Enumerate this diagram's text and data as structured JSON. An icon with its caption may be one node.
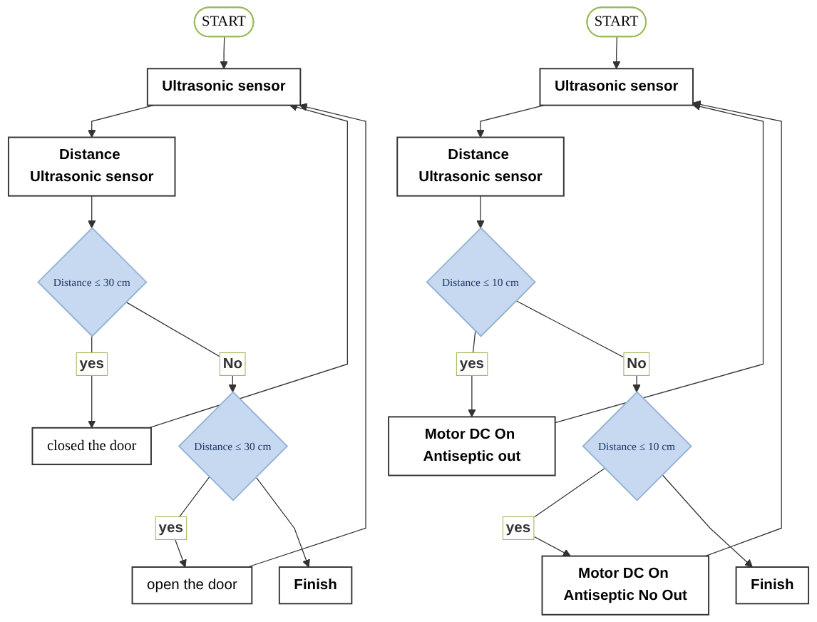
{
  "diagram": {
    "nodes": [
      {
        "text": [
          "START"
        ]
      },
      {
        "text": [
          "Ultrasonic sensor"
        ]
      },
      {
        "text": [
          "Distance Ultrasonic sensor"
        ]
      },
      {
        "text": [
          "Distance ≤ 30 cm"
        ]
      },
      {
        "text": [
          "closed the door"
        ]
      },
      {
        "text": [
          "Distance ≤ 30 cm"
        ]
      },
      {
        "text": [
          "open the door"
        ]
      },
      {
        "text": [
          "Finish"
        ]
      },
      {
        "text": [
          "START"
        ]
      },
      {
        "text": [
          "Ultrasonic sensor"
        ]
      },
      {
        "text": [
          "Distance Ultrasonic sensor"
        ]
      },
      {
        "text": [
          "Distance ≤ 10 cm"
        ]
      },
      {
        "text": [
          "Motor DC On Antiseptic out"
        ]
      },
      {
        "text": [
          "Distance ≤ 10 cm"
        ]
      },
      {
        "text": [
          "Motor DC On Antiseptic No Out"
        ]
      },
      {
        "text": [
          "Finish"
        ]
      }
    ],
    "edges": [
      {
        "from": 0,
        "to": 1,
        "arrow": "to"
      },
      {
        "from": 1,
        "to": 2,
        "arrow": "to"
      },
      {
        "from": 2,
        "to": 3,
        "arrow": "to"
      },
      {
        "from": 3,
        "to": 4,
        "label": "yes",
        "arrow": "to"
      },
      {
        "from": 3,
        "to": 5,
        "label": "No",
        "arrow": "to"
      },
      {
        "from": 5,
        "to": 6,
        "label": "yes",
        "arrow": "to"
      },
      {
        "from": 5,
        "to": 7,
        "arrow": "to"
      },
      {
        "from": 4,
        "to": 1,
        "arrow": "to"
      },
      {
        "from": 6,
        "to": 1,
        "arrow": "to"
      },
      {
        "from": 8,
        "to": 9,
        "arrow": "to"
      },
      {
        "from": 9,
        "to": 10,
        "arrow": "to"
      },
      {
        "from": 10,
        "to": 11,
        "arrow": "to"
      },
      {
        "from": 11,
        "to": 12,
        "label": "yes",
        "arrow": "to"
      },
      {
        "from": 11,
        "to": 13,
        "label": "No",
        "arrow": "to"
      },
      {
        "from": 13,
        "to": 14,
        "label": "yes",
        "arrow": "to"
      },
      {
        "from": 13,
        "to": 15,
        "arrow": "to"
      },
      {
        "from": 12,
        "to": 9,
        "arrow": "to"
      },
      {
        "from": 14,
        "to": 9,
        "arrow": "to"
      }
    ]
  }
}
